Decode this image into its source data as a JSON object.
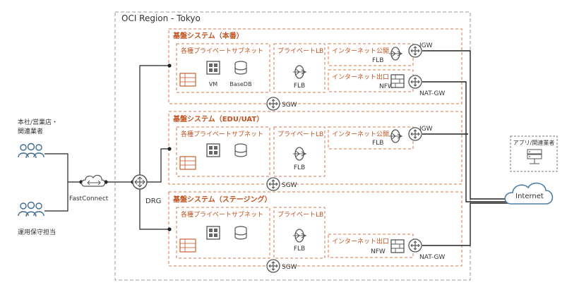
{
  "region": {
    "title": "OCI Region - Tokyo"
  },
  "systems": [
    {
      "title": "基盤システム（本番）",
      "subnet_label": "各種プライベートサブネット",
      "vm_label": "VM",
      "basedb_label": "BaseDB",
      "lb_label": "プライベートLB",
      "lb_flb": "FLB",
      "public_label": "インターネット公開",
      "public_flb": "FLB",
      "egress_label": "インターネット出口",
      "egress_nfw": "NFW",
      "igw": "IGW",
      "natgw": "NAT-GW",
      "sgw": "SGW"
    },
    {
      "title": "基盤システム（EDU/UAT）",
      "subnet_label": "各種プライベートサブネット",
      "lb_label": "プライベートLB",
      "lb_flb": "FLB",
      "public_label": "インターネット公開",
      "public_flb": "FLB",
      "igw": "IGW",
      "sgw": "SGW"
    },
    {
      "title": "基盤システム（ステージング）",
      "subnet_label": "各種プライベートサブネット",
      "lb_label": "プライベートLB",
      "lb_flb": "FLB",
      "egress_label": "インターネット出口",
      "egress_nfw": "NFW",
      "natgw": "NAT-GW",
      "sgw": "SGW"
    }
  ],
  "left": {
    "users_top_line1": "本社/営業店・",
    "users_top_line2": "関連業者",
    "users_bottom": "運用保守担当",
    "fastconnect": "FastConnect",
    "drg": "DRG"
  },
  "right": {
    "apps_label": "アプリ/関連業者",
    "internet": "Internet"
  },
  "colors": {
    "orange": "#d9774b",
    "label": "#c0521f",
    "region_border": "#9a9a9a",
    "icon": "#4a4a4a"
  }
}
